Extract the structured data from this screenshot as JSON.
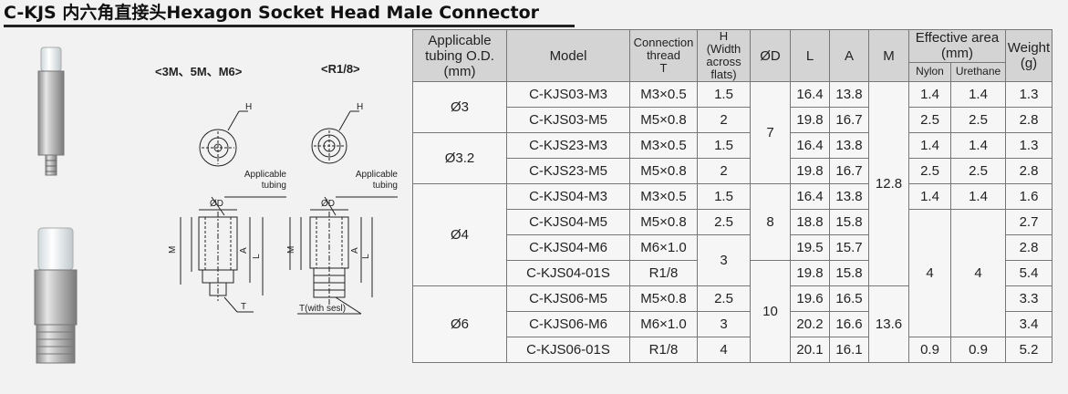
{
  "title": "C-KJS  内六角直接头Hexagon Socket Head Male Connector",
  "drawing": {
    "label_left": "<3M、5M、M6>",
    "label_right": "<R1/8>",
    "h_label": "H",
    "applicable_tubing_1": "Applicable",
    "applicable_tubing_2": "tubing",
    "od_label": "ØD",
    "m_label": "M",
    "a_label": "A",
    "l_label": "L",
    "t_label": "T",
    "t_with_seal": "T(with sesl)"
  },
  "table": {
    "headers": {
      "tubing": [
        "Applicable",
        "tubing O.D.",
        "(mm)"
      ],
      "model": "Model",
      "thread": [
        "Connection",
        "thread",
        "T"
      ],
      "h": [
        "H",
        "(Width",
        "across",
        "flats)"
      ],
      "d": "ØD",
      "l": "L",
      "a": "A",
      "m": "M",
      "effective": [
        "Effective area",
        "(mm)"
      ],
      "nylon": "Nylon",
      "urethane": "Urethane",
      "weight": [
        "Weight",
        "(g)"
      ]
    },
    "tubing_groups": [
      "Ø3",
      "Ø3.2",
      "Ø4",
      "Ø6"
    ],
    "rows": [
      {
        "model": "C-KJS03-M3",
        "thread": "M3×0.5",
        "h": "1.5",
        "l": "16.4",
        "a": "13.8",
        "weight": "1.3"
      },
      {
        "model": "C-KJS03-M5",
        "thread": "M5×0.8",
        "h": "2",
        "l": "19.8",
        "a": "16.7",
        "weight": "2.8"
      },
      {
        "model": "C-KJS23-M3",
        "thread": "M3×0.5",
        "h": "1.5",
        "l": "16.4",
        "a": "13.8",
        "weight": "1.3"
      },
      {
        "model": "C-KJS23-M5",
        "thread": "M5×0.8",
        "h": "2",
        "l": "19.8",
        "a": "16.7",
        "weight": "2.8"
      },
      {
        "model": "C-KJS04-M3",
        "thread": "M3×0.5",
        "h": "1.5",
        "l": "16.4",
        "a": "13.8",
        "weight": "1.6"
      },
      {
        "model": "C-KJS04-M5",
        "thread": "M5×0.8",
        "h": "2.5",
        "l": "18.8",
        "a": "15.8",
        "weight": "2.7"
      },
      {
        "model": "C-KJS04-M6",
        "thread": "M6×1.0",
        "l": "19.5",
        "a": "15.7",
        "weight": "2.8"
      },
      {
        "model": "C-KJS04-01S",
        "thread": "R1/8",
        "l": "19.8",
        "a": "15.8",
        "weight": "5.4"
      },
      {
        "model": "C-KJS06-M5",
        "thread": "M5×0.8",
        "h": "2.5",
        "l": "19.6",
        "a": "16.5",
        "weight": "3.3"
      },
      {
        "model": "C-KJS06-M6",
        "thread": "M6×1.0",
        "h": "3",
        "l": "20.2",
        "a": "16.6",
        "weight": "3.4"
      },
      {
        "model": "C-KJS06-01S",
        "thread": "R1/8",
        "h": "4",
        "l": "20.1",
        "a": "16.1",
        "weight": "5.2"
      }
    ],
    "h_merged_04": "3",
    "d_values": [
      "7",
      "8",
      "10"
    ],
    "m_values": [
      "12.8",
      "13.6"
    ],
    "effective": {
      "r1": [
        "1.4",
        "1.4"
      ],
      "r2": [
        "2.5",
        "2.5"
      ],
      "r3": [
        "1.4",
        "1.4"
      ],
      "r4": [
        "2.5",
        "2.5"
      ],
      "r5": [
        "1.4",
        "1.4"
      ],
      "merged": [
        "4",
        "4"
      ],
      "r11": [
        "0.9",
        "0.9"
      ]
    }
  }
}
